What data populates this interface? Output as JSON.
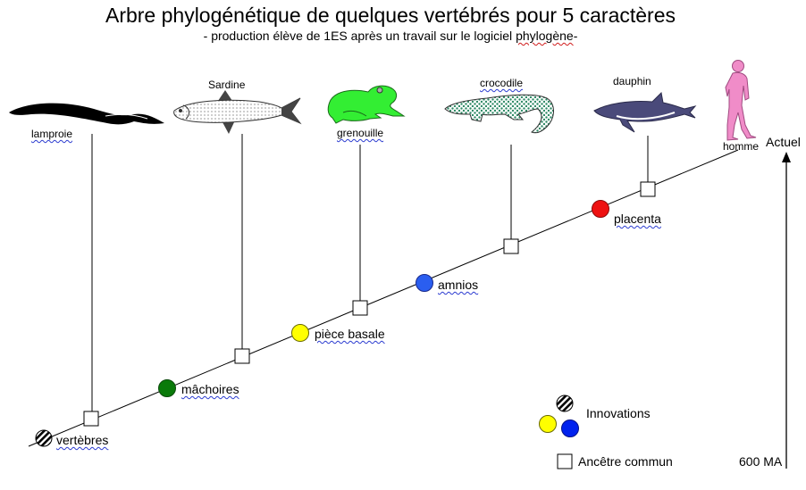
{
  "header": {
    "title": "Arbre phylogénétique de quelques vertébrés pour 5 caractères",
    "subtitle_prefix": "- production élève de 1ES après un travail sur le logiciel ",
    "subtitle_word": "phylogène",
    "subtitle_suffix": "-"
  },
  "species": [
    {
      "name": "lamproie",
      "color": "#000000"
    },
    {
      "name": "Sardine",
      "color": "#d9d9d9"
    },
    {
      "name": "grenouille",
      "color": "#33ee33"
    },
    {
      "name": "crocodile",
      "color": "#3a8a6a"
    },
    {
      "name": "dauphin",
      "color": "#4a4a7a"
    },
    {
      "name": "homme",
      "color": "#f08cc8"
    }
  ],
  "innovations": [
    {
      "label": "vertèbres",
      "style": "hatched"
    },
    {
      "label": "mâchoires",
      "color": "#0a7a0a"
    },
    {
      "label": "pièce basale",
      "color": "#ffff00"
    },
    {
      "label": "amnios",
      "color": "#2a5ef0"
    },
    {
      "label": "placenta",
      "color": "#ee1111"
    }
  ],
  "time_axis": {
    "top_label": "Actuel",
    "bottom_label": "600 MA"
  },
  "legend": {
    "innovations_label": "Innovations",
    "ancestor_label": "Ancêtre commun"
  }
}
